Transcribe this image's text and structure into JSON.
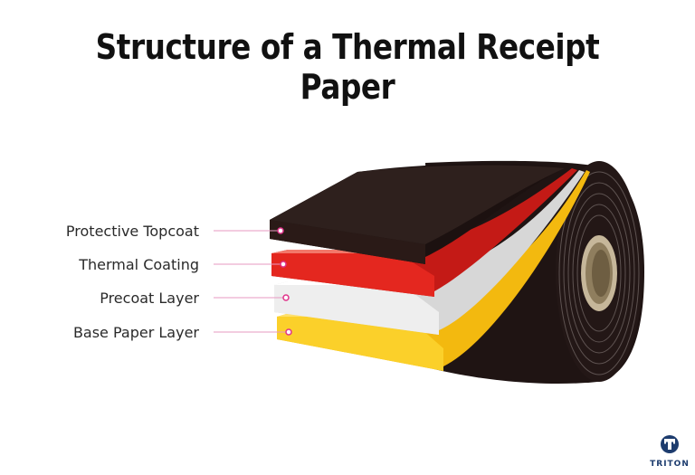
{
  "title": "Structure of a Thermal Receipt Paper",
  "layers": [
    {
      "label": "Protective Topcoat",
      "color": "#2a1a17"
    },
    {
      "label": "Thermal Coating",
      "color": "#e4271f"
    },
    {
      "label": "Precoat Layer",
      "color": "#e9e9e9"
    },
    {
      "label": "Base Paper Layer",
      "color": "#f8c61a"
    }
  ],
  "pointer_color": "#e0338a",
  "logo": {
    "name": "TRITON",
    "icon": "triton-t-logo-icon",
    "color": "#1d3c6e"
  }
}
